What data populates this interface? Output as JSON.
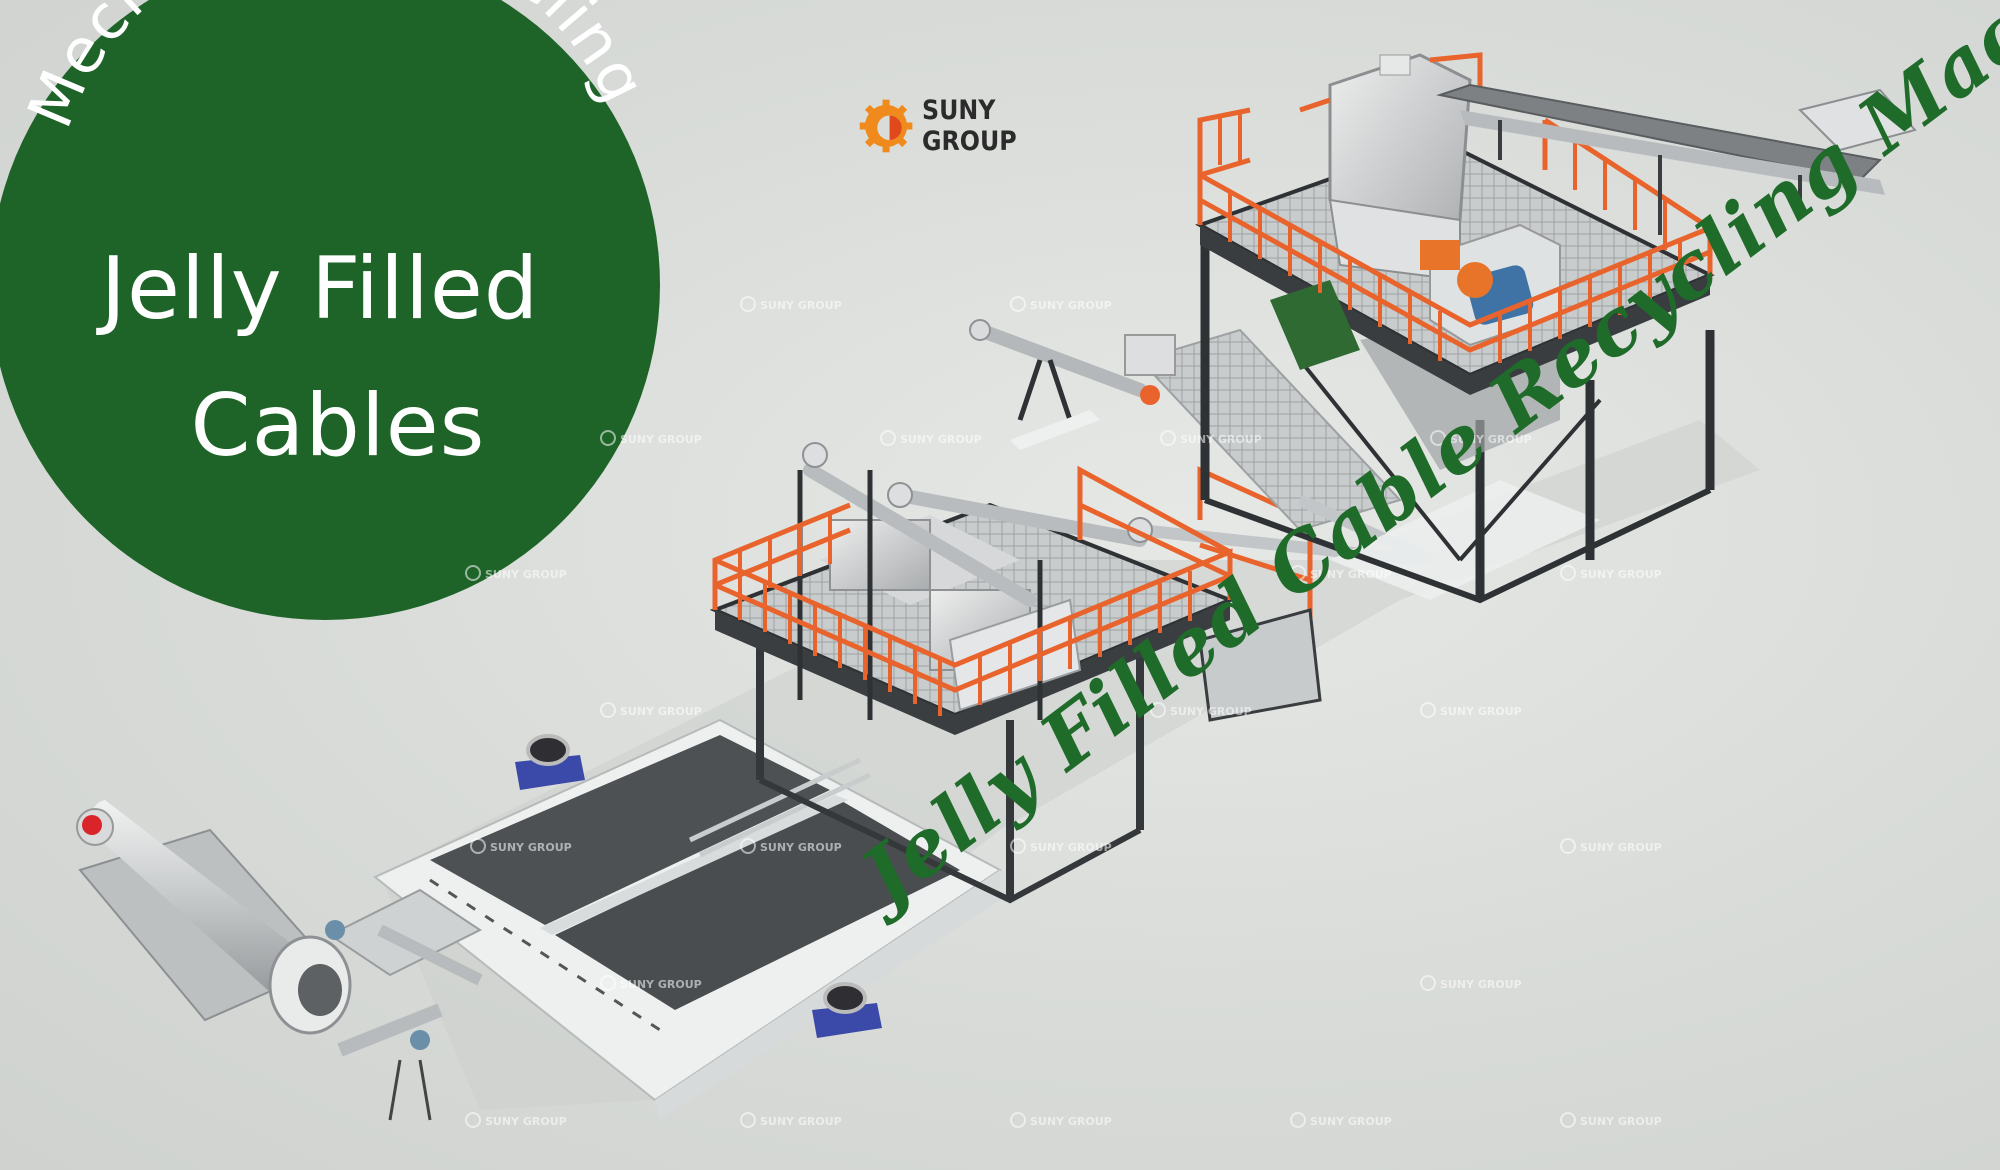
{
  "badge": {
    "arc_text": "Mechanical Recycling",
    "title_line1": "Jelly Filled",
    "title_line2": "Cables"
  },
  "logo": {
    "text": "SUNY GROUP"
  },
  "slogan": "Jelly Filled Cable Recycling Machine!",
  "watermark": "SUNY GROUP",
  "colors": {
    "badge_green": "#1e6428",
    "slogan_green": "#1f6b2a",
    "railing_orange": "#e8642c",
    "logo_orange": "#f08a1c",
    "steel": "#3a3d40",
    "background": "#d9dcd9"
  }
}
